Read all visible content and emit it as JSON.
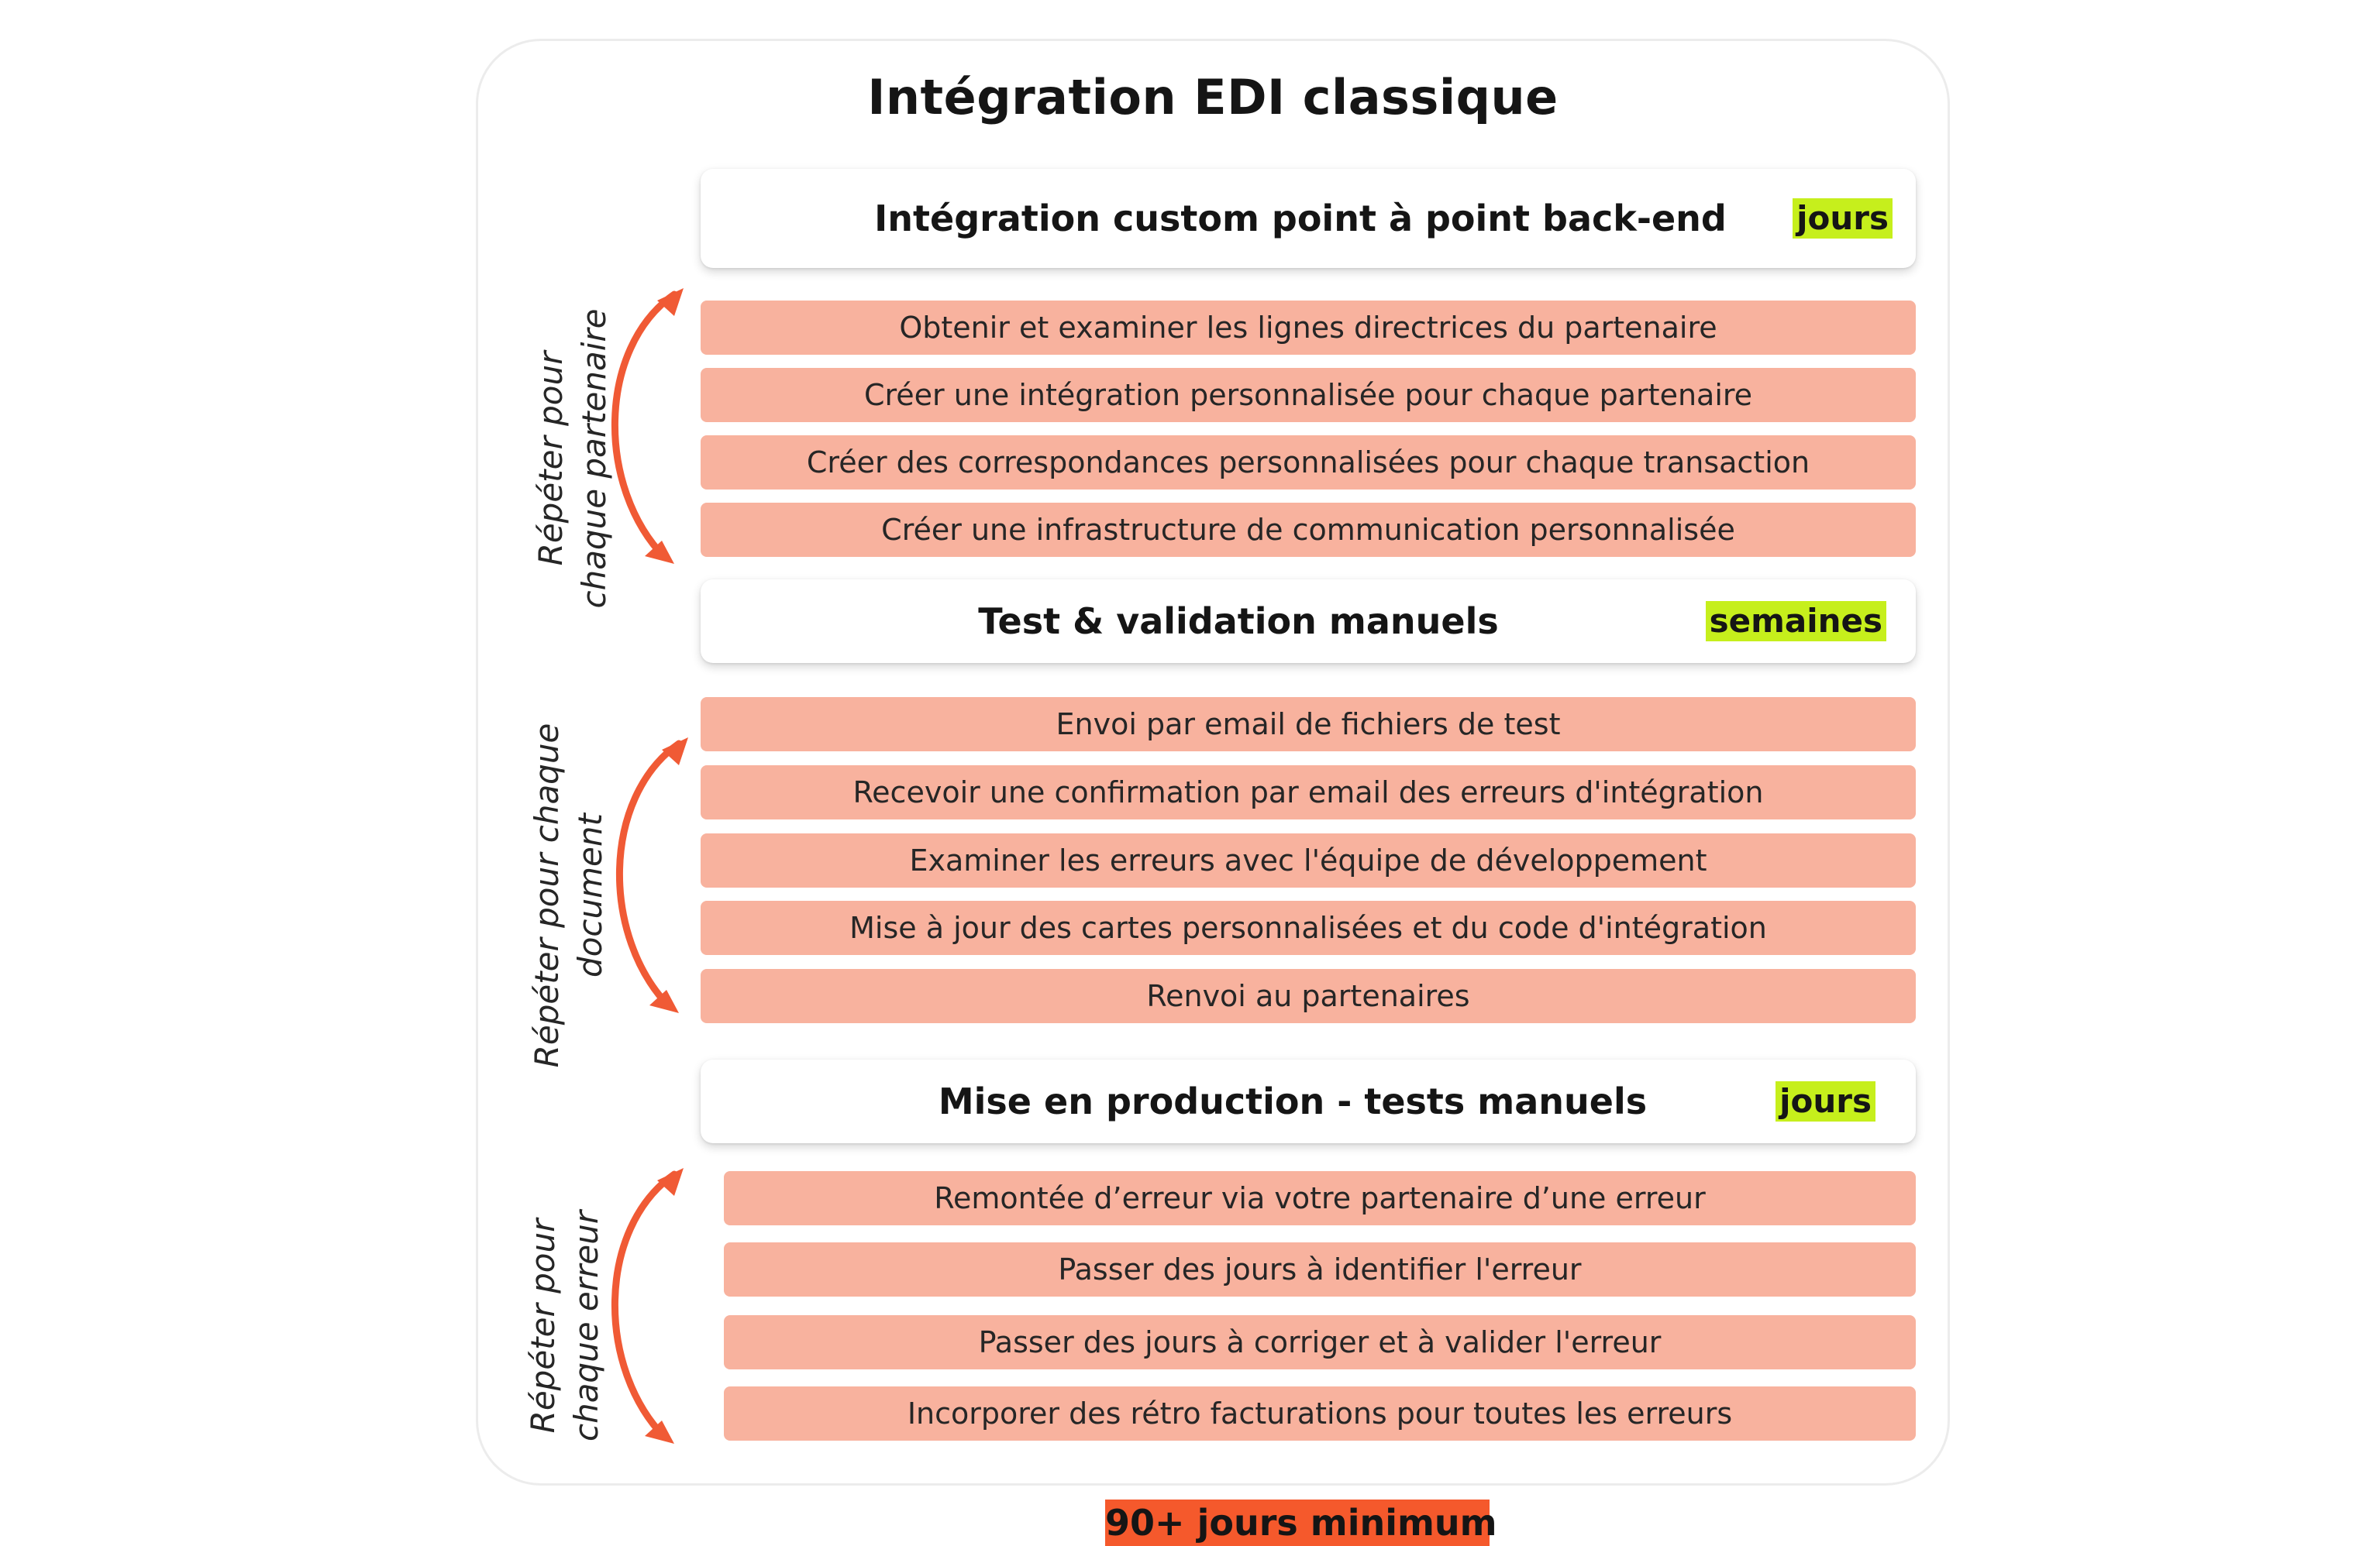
{
  "title": "Intégration EDI classique",
  "accent_colors": {
    "step_fill": "#f8b29e",
    "arrow": "#f05a35",
    "duration_highlight": "#c6ef1c",
    "total_highlight": "#f5592c"
  },
  "phases": [
    {
      "title": "Intégration custom point à point  back-end",
      "duration": "jours",
      "repeat_label": "Répéter pour chaque partenaire",
      "steps": [
        "Obtenir et examiner les lignes directrices du partenaire",
        "Créer une intégration personnalisée pour chaque partenaire",
        "Créer des correspondances personnalisées pour chaque transaction",
        "Créer une infrastructure de communication personnalisée"
      ]
    },
    {
      "title": "Test & validation manuels",
      "duration": "semaines",
      "repeat_label": "Répéter pour chaque document",
      "steps": [
        "Envoi par email de fichiers de test",
        "Recevoir une confirmation par email des erreurs d'intégration",
        "Examiner les erreurs avec l'équipe de développement",
        "Mise à jour des cartes personnalisées et du code d'intégration",
        "Renvoi au partenaires"
      ]
    },
    {
      "title": "Mise en production - tests manuels",
      "duration": "jours",
      "repeat_label": "Répéter pour chaque erreur",
      "steps": [
        "Remontée d’erreur via votre partenaire d’une erreur",
        "Passer des jours à identifier l'erreur",
        "Passer des jours à corriger et à valider l'erreur",
        "Incorporer des rétro facturations pour toutes les erreurs"
      ]
    }
  ],
  "total": "90+ jours minimum"
}
